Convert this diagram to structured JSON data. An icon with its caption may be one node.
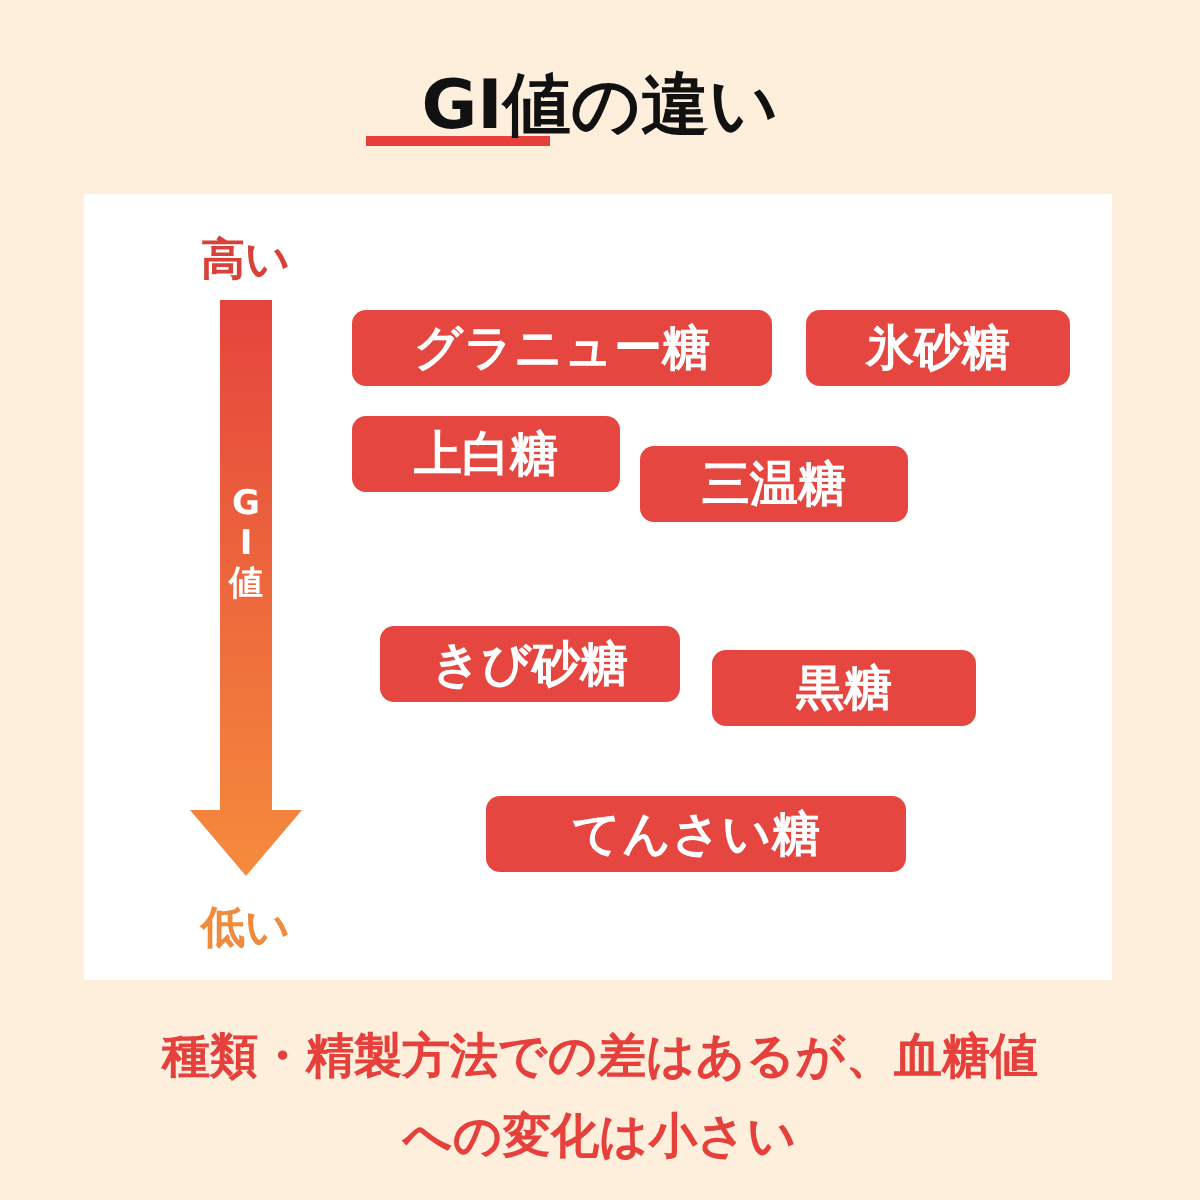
{
  "diagram": {
    "title": "GI値の違い",
    "caption": "種類・精製方法での差はあるが、血糖値への変化は小さい",
    "nodes": [
      {
        "text": [
          "グラニュー糖"
        ]
      },
      {
        "text": [
          "氷砂糖"
        ]
      },
      {
        "text": [
          "上白糖"
        ]
      },
      {
        "text": [
          "三温糖"
        ]
      },
      {
        "text": [
          "きび砂糖"
        ]
      },
      {
        "text": [
          "黒糖"
        ]
      },
      {
        "text": [
          "てんさい糖"
        ]
      }
    ],
    "edges": [],
    "labels": [
      "高い",
      "GI値",
      "低い"
    ]
  }
}
